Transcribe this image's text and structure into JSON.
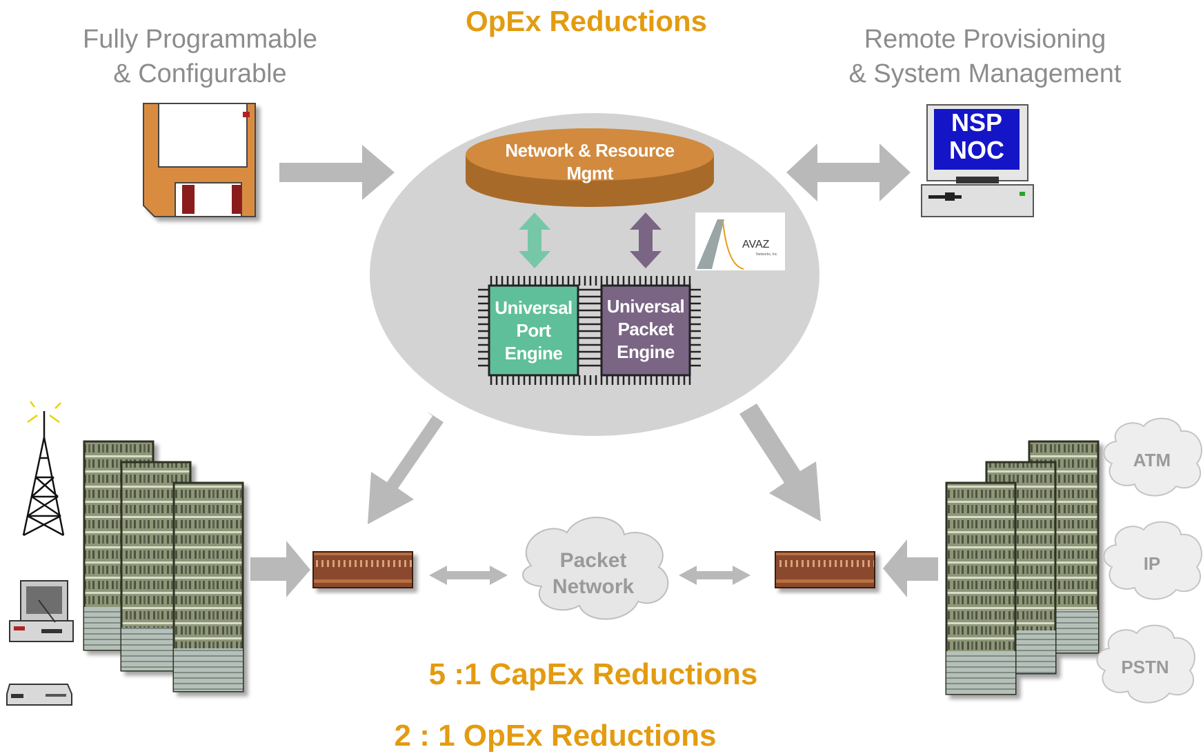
{
  "header": {
    "opex_title": "OpEx Reductions",
    "left_caption_line1": "Fully Programmable",
    "left_caption_line2": "& Configurable",
    "right_caption_line1": "Remote Provisioning",
    "right_caption_line2": "& System Management"
  },
  "center": {
    "mgmt_line1": "Network & Resource",
    "mgmt_line2": "Mgmt",
    "port_engine": [
      "Universal",
      "Port",
      "Engine"
    ],
    "packet_engine": [
      "Universal",
      "Packet",
      "Engine"
    ],
    "logo_text": "AVAZ",
    "logo_subtext": "Networks, Inc."
  },
  "noc_screen": {
    "line1": "NSP",
    "line2": "NOC"
  },
  "network": {
    "cloud_line1": "Packet",
    "cloud_line2": "Network",
    "clouds": [
      "ATM",
      "IP",
      "PSTN"
    ]
  },
  "footer": {
    "capex": "5 :1 CapEx Reductions",
    "opex": "2 : 1 OpEx Reductions"
  },
  "colors": {
    "gold": "#e39b10",
    "disk_orange": "#d98c3f",
    "port_engine_green": "#5fbf9a",
    "packet_engine_purple": "#7a6585",
    "noc_blue": "#1515c8",
    "arrow_grey": "#b9b9b9",
    "ellipse_grey": "#d3d3d3"
  },
  "icons": [
    "floppy-disk-icon",
    "computer-monitor-icon",
    "radio-tower-icon",
    "desktop-pc-icon",
    "modem-icon",
    "equipment-rack-icon",
    "network-switch-icon",
    "cloud-icon"
  ]
}
